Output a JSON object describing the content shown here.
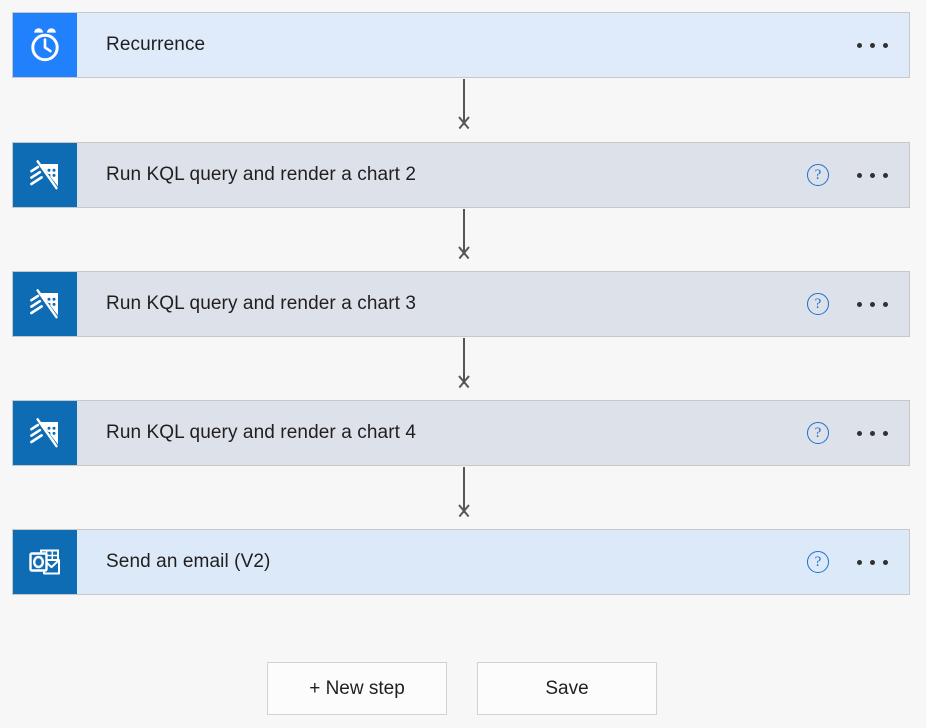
{
  "designer": {
    "steps": [
      {
        "id": "recurrence",
        "title": "Recurrence",
        "icon": "alarm-clock-icon",
        "icon_tile_color": "#2180fb",
        "card_color": "#dfeafa",
        "kind": "trigger",
        "has_help": false,
        "has_more": true
      },
      {
        "id": "kql-chart-2",
        "title": "Run KQL query and render a chart 2",
        "icon": "azure-data-explorer-icon",
        "icon_tile_color": "#0e6cb4",
        "card_color": "#dde1e9",
        "kind": "action",
        "has_help": true,
        "has_more": true
      },
      {
        "id": "kql-chart-3",
        "title": "Run KQL query and render a chart 3",
        "icon": "azure-data-explorer-icon",
        "icon_tile_color": "#0e6cb4",
        "card_color": "#dde1e9",
        "kind": "action",
        "has_help": true,
        "has_more": true
      },
      {
        "id": "kql-chart-4",
        "title": "Run KQL query and render a chart 4",
        "icon": "azure-data-explorer-icon",
        "icon_tile_color": "#0e6cb4",
        "card_color": "#dde1e9",
        "kind": "action",
        "has_help": true,
        "has_more": true
      },
      {
        "id": "send-email-v2",
        "title": "Send an email (V2)",
        "icon": "outlook-icon",
        "icon_tile_color": "#0e6cb4",
        "card_color": "#dbe9f8",
        "kind": "mail",
        "has_help": true,
        "has_more": true
      }
    ],
    "help_glyph": "?",
    "buttons": {
      "new_step": "+ New step",
      "save": "Save"
    },
    "colors": {
      "page_background": "#f7f7f7",
      "trigger_card": "#dfeafa",
      "action_card": "#dde1e9",
      "mail_card": "#dbe9f8",
      "trigger_tile": "#2180fb",
      "connector_accent": "#1f6fd0",
      "arrow": "#53565a"
    }
  }
}
